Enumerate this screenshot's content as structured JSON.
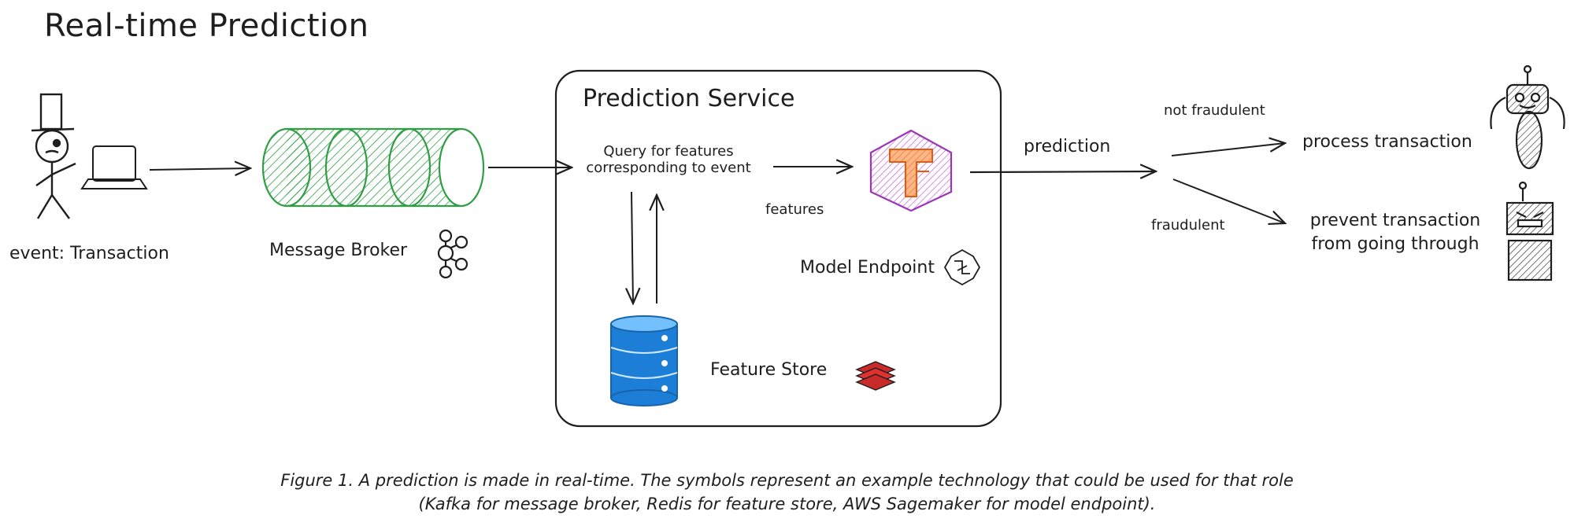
{
  "title": "Real-time Prediction",
  "service_title": "Prediction Service",
  "event_label": "event: Transaction",
  "broker_label": "Message Broker",
  "query_label_line1": "Query for features",
  "query_label_line2": "corresponding to event",
  "features_label": "features",
  "model_label": "Model Endpoint",
  "store_label": "Feature Store",
  "prediction_label": "prediction",
  "not_fraud_label": "not fraudulent",
  "fraud_label": "fraudulent",
  "process_label": "process transaction",
  "prevent_line1": "prevent transaction",
  "prevent_line2": "from going through",
  "caption_line1": "Figure 1. A prediction is made in real-time. The symbols represent an example technology that could be used for that role",
  "caption_line2": "(Kafka for message broker, Redis for feature store, AWS Sagemaker for model endpoint).",
  "colors": {
    "broker": "#2f9e44",
    "database": "#1971c2",
    "tensorflow": "#fd7e14",
    "tf_hex": "#9c36b5",
    "redis": "#c92a2a",
    "ink": "#1e1e1e"
  },
  "icons": [
    "person-icon",
    "laptop-icon",
    "kafka-icon",
    "tensorflow-icon",
    "sagemaker-icon",
    "redis-icon",
    "robot-happy-icon",
    "robot-angry-icon"
  ]
}
